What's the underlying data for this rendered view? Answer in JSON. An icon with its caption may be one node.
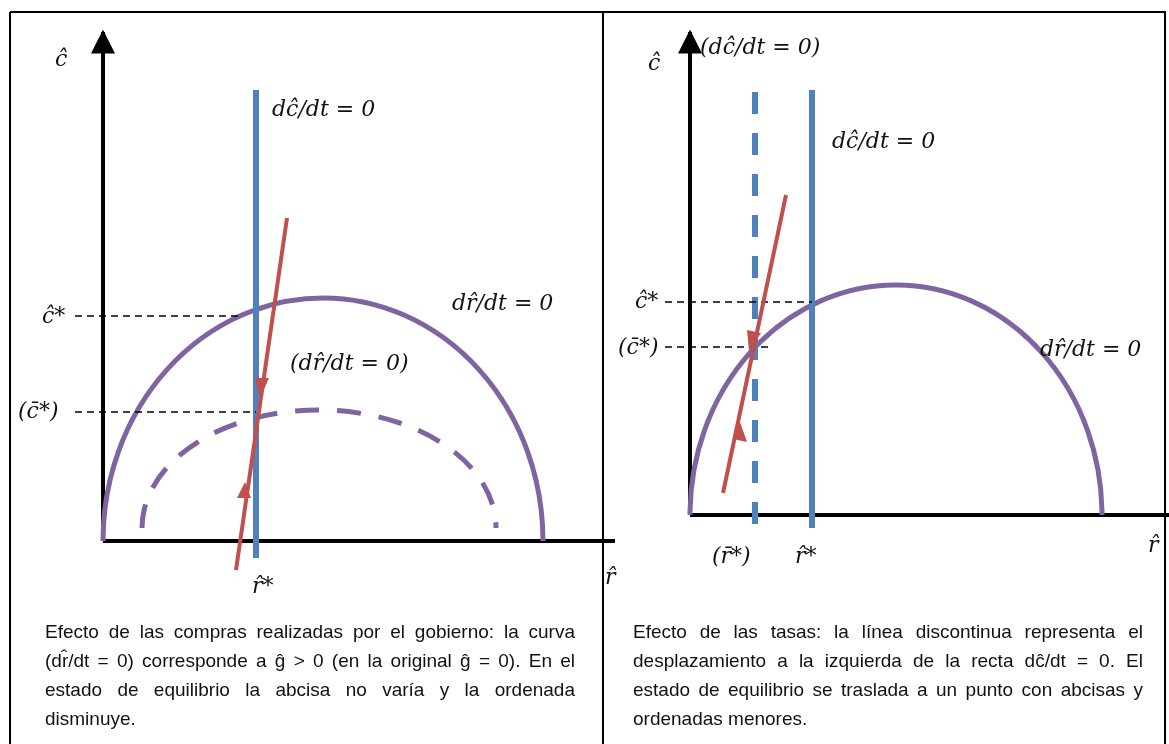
{
  "diagram": {
    "labels": [
      "ĉ",
      "dĉ/dt = 0",
      "dr̂/dt = 0",
      "ĉ*",
      "(dr̂/dt = 0)",
      "(c̄*)",
      "r̂*",
      "r̂",
      "ĉ",
      "(dĉ/dt = 0)",
      "dĉ/dt = 0",
      "ĉ*",
      "(c̄*)",
      "dr̂/dt = 0",
      "(r̄*)",
      "r̂*",
      "r̂",
      "Efecto de las compras realizadas por el gobierno: la curva (dr̂/dt = 0) corresponde a ĝ > 0 (en la original ĝ = 0). En el estado de equilibrio la abcisa no varía y la ordenada disminuye.",
      "Efecto de las tasas: la línea discontinua representa el desplazamiento a la izquierda de la recta dĉ/dt = 0. El estado de equilibrio se traslada a un punto con abcisas y ordenadas menores."
    ]
  }
}
